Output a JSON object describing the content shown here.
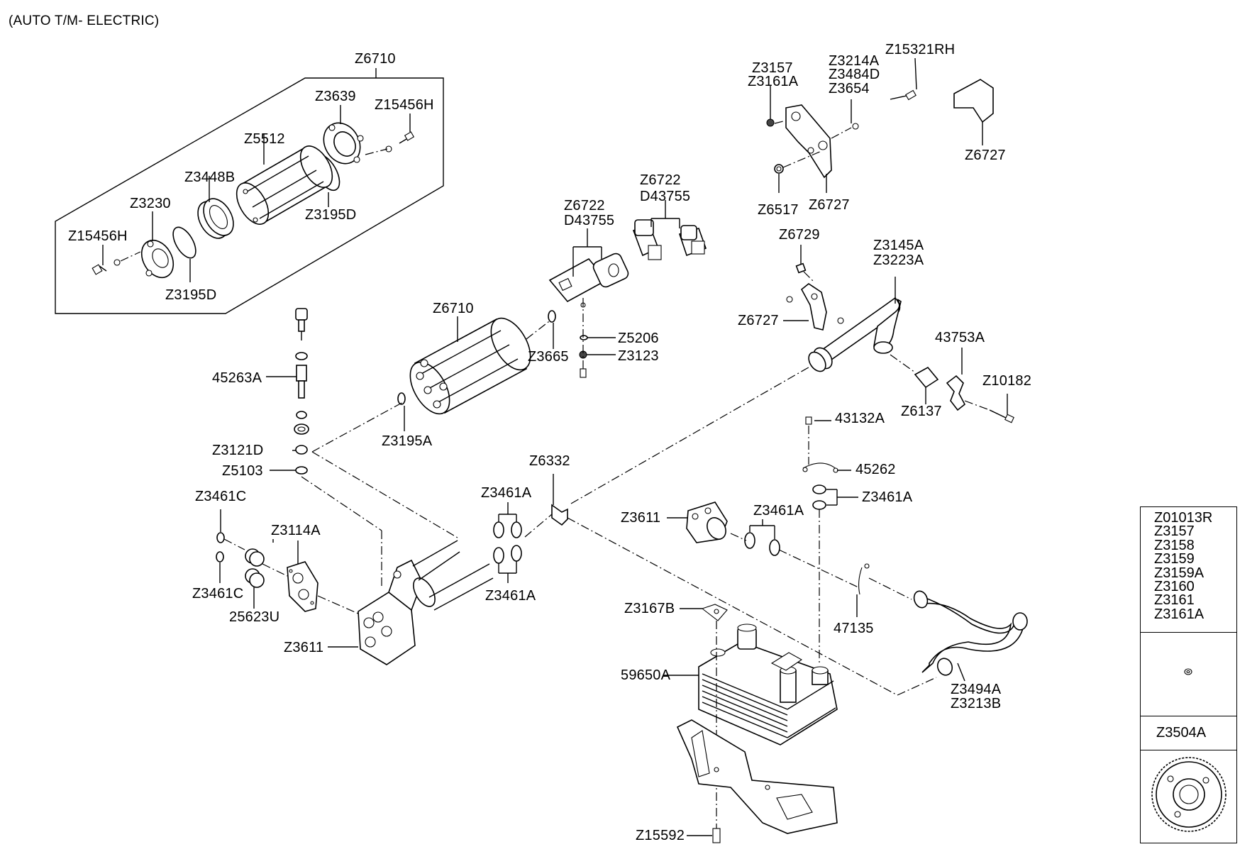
{
  "header": {
    "title": "(AUTO T/M- ELECTRIC)"
  },
  "labels": {
    "z6710_top": "Z6710",
    "z3639": "Z3639",
    "z15456h_top": "Z15456H",
    "z5512": "Z5512",
    "z3448b": "Z3448B",
    "z3230": "Z3230",
    "z3195d_top": "Z3195D",
    "z15456h_left": "Z15456H",
    "z3195d_bottom": "Z3195D",
    "z6722_a": "Z6722",
    "d43755_a": "D43755",
    "z6722_b": "Z6722",
    "d43755_b": "D43755",
    "z6710_mid": "Z6710",
    "z5206": "Z5206",
    "z3665": "Z3665",
    "z3123": "Z3123",
    "z3195a": "Z3195A",
    "45263a": "45263A",
    "z3121d": "Z3121D",
    "z5103": "Z5103",
    "z3461c_top": "Z3461C",
    "z3114a": "Z3114A",
    "z3461c_bottom": "Z3461C",
    "25623u": "25623U",
    "z3611_left": "Z3611",
    "z6332": "Z6332",
    "z3461a_upper": "Z3461A",
    "z3461a_lower": "Z3461A",
    "z3157_top": "Z3157",
    "z3161a_top": "Z3161A",
    "z3214a": "Z3214A",
    "z3484d": "Z3484D",
    "z3654": "Z3654",
    "z15321rh": "Z15321RH",
    "z6727_right": "Z6727",
    "z6517": "Z6517",
    "z6727_bracket": "Z6727",
    "z6729": "Z6729",
    "z3145a": "Z3145A",
    "z3223a": "Z3223A",
    "z6727_mid": "Z6727",
    "43753a": "43753A",
    "z10182": "Z10182",
    "z6137": "Z6137",
    "43132a": "43132A",
    "45262": "45262",
    "z3461a_right": "Z3461A",
    "z3611_mid": "Z3611",
    "z3461a_mid": "Z3461A",
    "47135": "47135",
    "z3167b": "Z3167B",
    "59650a": "59650A",
    "z3494a": "Z3494A",
    "z3213b": "Z3213B",
    "z15592": "Z15592"
  },
  "legend": {
    "parts": [
      "Z01013R",
      "Z3157",
      "Z3158",
      "Z3159",
      "Z3159A",
      "Z3160",
      "Z3161",
      "Z3161A"
    ],
    "part_z3504a": "Z3504A"
  }
}
